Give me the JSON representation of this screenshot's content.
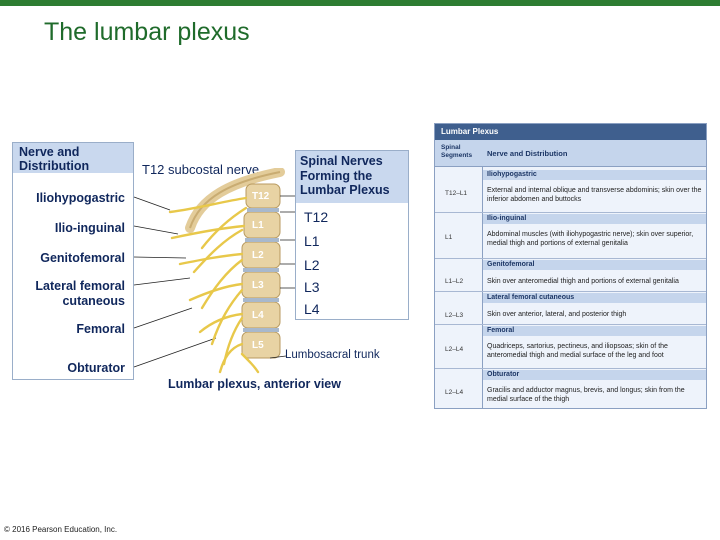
{
  "slide": {
    "title": "The lumbar plexus",
    "copyright": "© 2016 Pearson Education, Inc."
  },
  "figure": {
    "left_header": "Nerve and\nDistribution",
    "nerve_labels": [
      "Iliohypogastric",
      "Ilio-inguinal",
      "Genitofemoral",
      "Lateral femoral\ncutaneous",
      "Femoral",
      "Obturator"
    ],
    "subcostal_label": "T12 subcostal nerve",
    "right_header": "Spinal Nerves\nForming the\nLumbar Plexus",
    "segments": [
      "T12",
      "L1",
      "L2",
      "L3",
      "L4"
    ],
    "vertebra_labels": [
      "T12",
      "L1",
      "L2",
      "L3",
      "L4",
      "L5"
    ],
    "trunk_label": "Lumbosacral trunk",
    "caption": "Lumbar plexus, anterior view"
  },
  "table": {
    "title": "Lumbar Plexus",
    "col1": "Spinal\nSegments",
    "col2": "Nerve and Distribution",
    "rows": [
      {
        "nerve": "Iliohypogastric",
        "segments": "T12–L1",
        "distribution": "External and internal oblique and transverse abdominis; skin over the inferior abdomen and buttocks"
      },
      {
        "nerve": "Ilio-inguinal",
        "segments": "L1",
        "distribution": "Abdominal muscles (with iliohypogastric nerve); skin over superior, medial thigh and portions of external genitalia"
      },
      {
        "nerve": "Genitofemoral",
        "segments": "L1–L2",
        "distribution": "Skin over anteromedial thigh and portions of external genitalia"
      },
      {
        "nerve": "Lateral femoral cutaneous",
        "segments": "L2–L3",
        "distribution": "Skin over anterior, lateral, and posterior thigh"
      },
      {
        "nerve": "Femoral",
        "segments": "L2–L4",
        "distribution": "Quadriceps, sartorius, pectineus, and iliopsoas; skin of the anteromedial thigh and medial surface of the leg and foot"
      },
      {
        "nerve": "Obturator",
        "segments": "L2–L4",
        "distribution": "Gracilis and adductor magnus, brevis, and longus; skin from the medial surface of the thigh"
      }
    ]
  },
  "colors": {
    "title_green": "#1f6b2b",
    "label_navy": "#10275c",
    "nerve_yellow": "#e8c84a",
    "header_blue": "#c9d8ee",
    "table_title_bar": "#3f5f8e"
  }
}
